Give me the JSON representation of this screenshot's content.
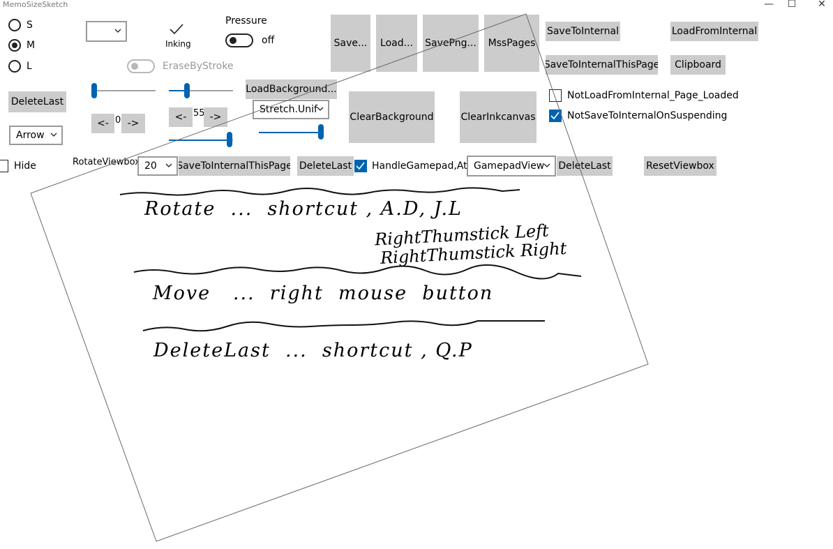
{
  "window": {
    "title": "MemoSizeSketch",
    "minimize_glyph": "—",
    "maximize_glyph": "☐",
    "close_glyph": "✕"
  },
  "size_radios": [
    {
      "label": "S",
      "checked": false
    },
    {
      "label": "M",
      "checked": true
    },
    {
      "label": "L",
      "checked": false
    }
  ],
  "inking": {
    "label": "Inking"
  },
  "pressure": {
    "title": "Pressure",
    "state": "off"
  },
  "erase_by_stroke": {
    "label": "EraseByStroke",
    "enabled": false
  },
  "buttons": {
    "save": "Save...",
    "load": "Load...",
    "save_png": "SavePng...",
    "mss_pages": "MssPages",
    "save_to_internal": "SaveToInternal",
    "load_from_internal": "LoadFromInternal",
    "save_to_internal_this_page": "SaveToInternalThisPage",
    "clipboard": "Clipboard",
    "load_background": "LoadBackground...",
    "clear_background": "ClearBackground",
    "clear_inkcanvas": "ClearInkcanvas",
    "delete_last": "DeleteLast",
    "reset_viewbox": "ResetViewbox",
    "prev": "<-",
    "next": "->"
  },
  "counters": {
    "left_value": "0",
    "right_value": "55"
  },
  "sliders": {
    "a": 0.0,
    "b": 0.3,
    "c": 0.9,
    "d": 1.0
  },
  "stretch_combo": {
    "value": "Stretch.Unif"
  },
  "arrow_combo": {
    "value": "Arrow"
  },
  "checkboxes": {
    "not_load": {
      "label": "NotLoadFromInternal_Page_Loaded",
      "checked": false
    },
    "not_save": {
      "label": "NotSaveToInternalOnSuspending",
      "checked": true
    },
    "hide": {
      "label": "Hide",
      "checked": false
    },
    "handle_gamepad": {
      "label": "HandleGamepad,AtoZ",
      "checked": true
    }
  },
  "rotate": {
    "label": "RotateViewbox",
    "value": "20"
  },
  "gamepad_combo": {
    "value": "GamepadView"
  },
  "ink_notes": {
    "line1": "Rotate  ...  shortcut , A.D, J.L",
    "line2": "RightThumstick Left",
    "line3": "RightThumstick Right",
    "line4": "Move   ...  right  mouse  button",
    "line5": "DeleteLast  ...  shortcut , Q.P"
  },
  "colors": {
    "accent": "#0063b1",
    "button": "#cccccc",
    "ink": "#000000"
  }
}
